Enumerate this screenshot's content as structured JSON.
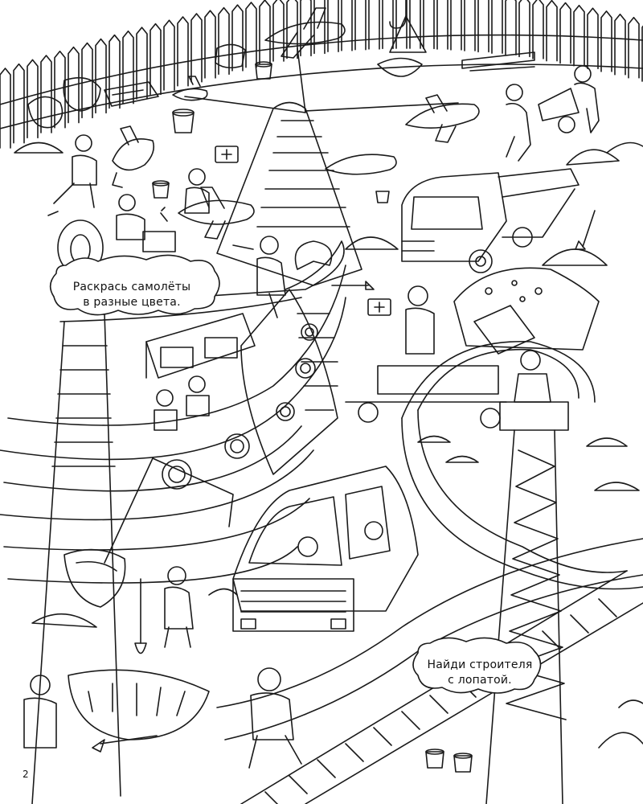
{
  "captions": {
    "planes_line1": "Раскрась самолёты",
    "planes_line2": "в разные цвета.",
    "builder_line1": "Найди строителя",
    "builder_line2": "с лопатой."
  },
  "page_number": "2",
  "colors": {
    "line": "#1a1a1a",
    "paper": "#ffffff"
  }
}
